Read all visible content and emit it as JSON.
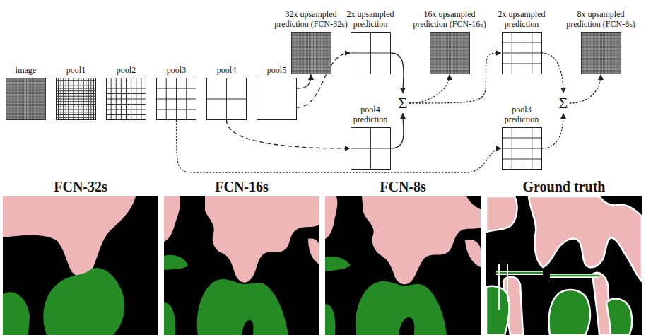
{
  "diagram": {
    "nodes": [
      {
        "text": [
          "image"
        ]
      },
      {
        "text": [
          "pool1"
        ]
      },
      {
        "text": [
          "pool2"
        ]
      },
      {
        "text": [
          "pool3"
        ]
      },
      {
        "text": [
          "pool4"
        ]
      },
      {
        "text": [
          "pool5"
        ]
      },
      {
        "text": [
          "32x upsampled prediction (FCN-32s)"
        ]
      },
      {
        "text": [
          "2x upsampled prediction"
        ]
      },
      {
        "text": [
          "pool4 prediction"
        ]
      },
      {
        "text": [
          "Σ"
        ]
      },
      {
        "text": [
          "16x upsampled prediction (FCN-16s)"
        ]
      },
      {
        "text": [
          "2x upsampled prediction"
        ]
      },
      {
        "text": [
          "pool3 prediction"
        ]
      },
      {
        "text": [
          "Σ"
        ]
      },
      {
        "text": [
          "8x upsampled prediction (FCN-8s)"
        ]
      },
      {
        "text": [
          "FCN-32s"
        ]
      },
      {
        "text": [
          "FCN-16s"
        ]
      },
      {
        "text": [
          "FCN-8s"
        ]
      },
      {
        "text": [
          "Ground truth"
        ]
      }
    ],
    "edges": [
      {
        "from": 5,
        "to": 6,
        "arrow": "to"
      },
      {
        "from": 5,
        "to": 7,
        "arrow": "to"
      },
      {
        "from": 4,
        "to": 8,
        "arrow": "to"
      },
      {
        "from": 7,
        "to": 9,
        "arrow": "to"
      },
      {
        "from": 8,
        "to": 9,
        "arrow": "to"
      },
      {
        "from": 9,
        "to": 10,
        "arrow": "to"
      },
      {
        "from": 9,
        "to": 11,
        "arrow": "to"
      },
      {
        "from": 3,
        "to": 12,
        "arrow": "to"
      },
      {
        "from": 11,
        "to": 13,
        "arrow": "to"
      },
      {
        "from": 12,
        "to": 13,
        "arrow": "to"
      },
      {
        "from": 13,
        "to": 14,
        "arrow": "to"
      }
    ]
  }
}
